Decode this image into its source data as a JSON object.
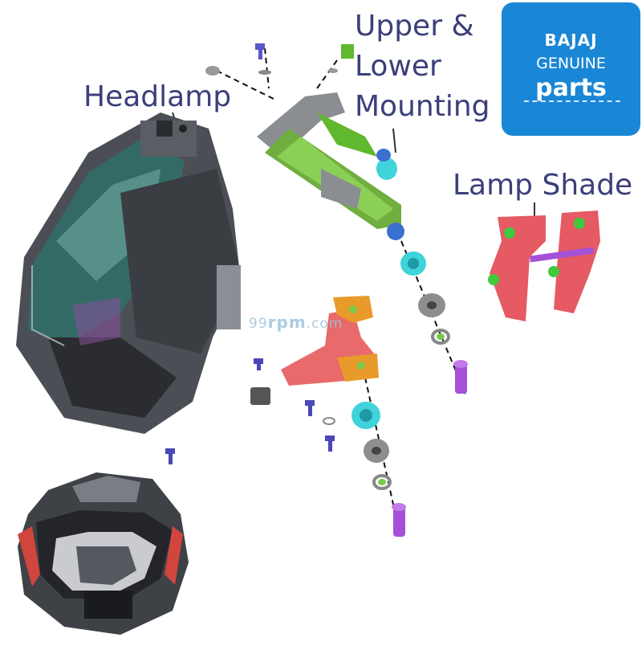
{
  "labels": {
    "headlamp": "Headlamp",
    "mounting": "Upper & Lower Mounting",
    "lamp_shade": "Lamp Shade"
  },
  "logo": {
    "brand": "BAJAJ",
    "line1": "GENUINE",
    "line2": "parts",
    "color": "#1a86d6"
  },
  "watermark": {
    "prefix": "99",
    "main": "rpm",
    "suffix": ".com"
  },
  "colors": {
    "label_text": "#3b3f7a",
    "bracket_green": "#5fb82e",
    "bushing_cyan": "#3fd3da",
    "bolt_purple": "#a451d8",
    "shade_red": "#e55a63",
    "mount_orange": "#e89a2b"
  }
}
